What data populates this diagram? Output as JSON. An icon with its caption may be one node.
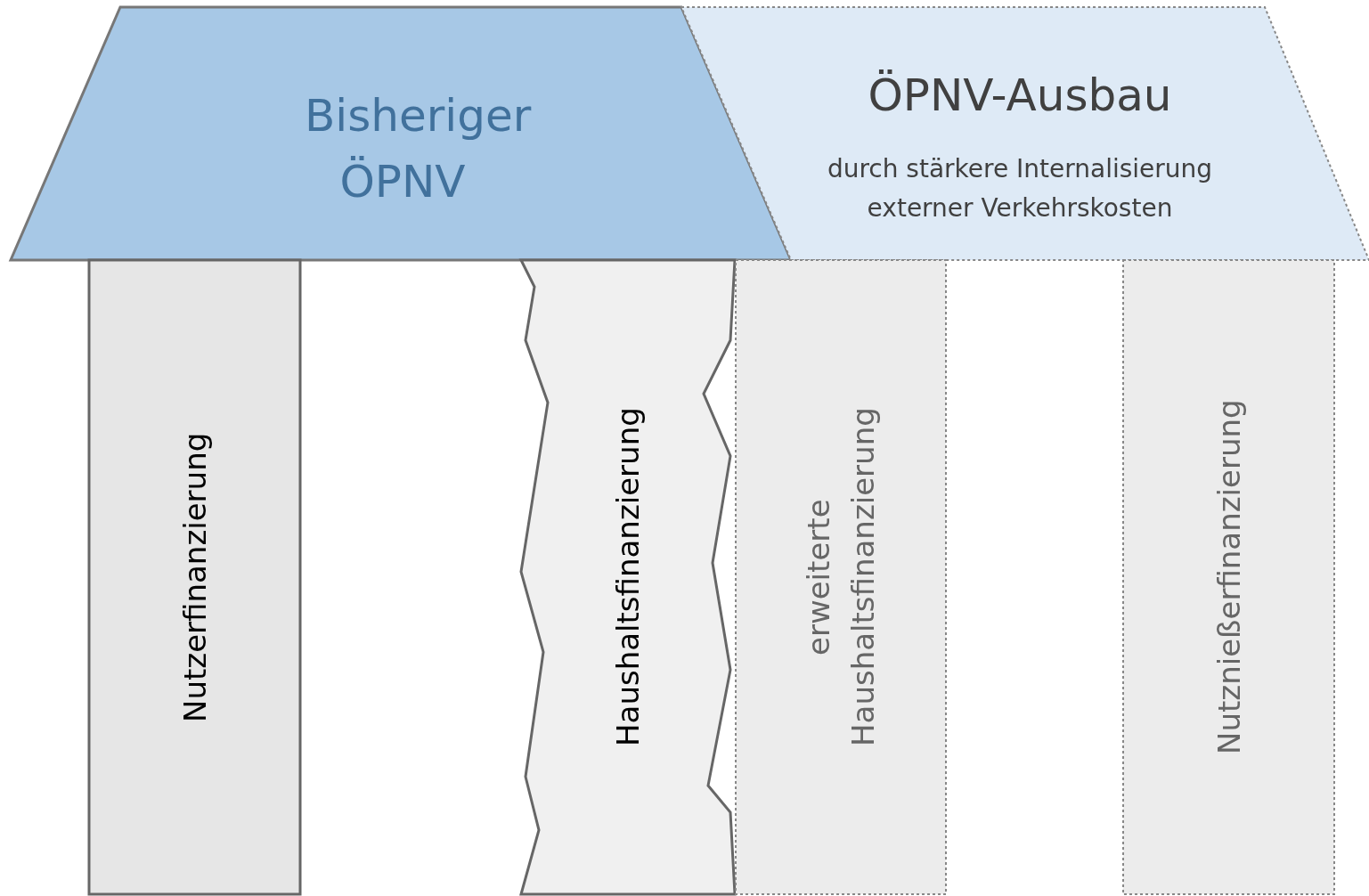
{
  "diagram": {
    "nodes": [
      {
        "text": [
          "Bisheriger ÖPNV"
        ]
      },
      {
        "text": [
          "ÖPNV-Ausbau",
          "durch stärkere Internalisierung externer Verkehrskosten"
        ]
      },
      {
        "text": [
          "Nutzerfinanzierung"
        ]
      },
      {
        "text": [
          "Haushaltsfinanzierung"
        ]
      },
      {
        "text": [
          "erweiterte Haushaltsfinanzierung"
        ]
      },
      {
        "text": [
          "Nutznießerfinanzierung"
        ]
      }
    ]
  }
}
